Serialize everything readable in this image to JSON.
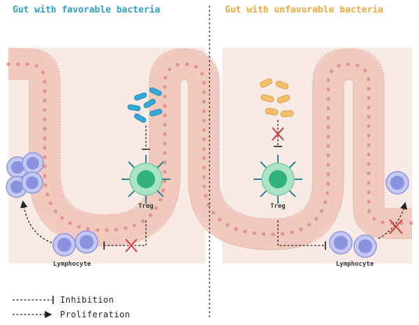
{
  "titles": {
    "favorable": "Gut with favorable bacteria",
    "unfavorable": "Gut with unfavorable bacteria"
  },
  "labels": {
    "treg_left": "Treg",
    "treg_right": "Treg",
    "lymphocyte_left": "Lymphocyte",
    "lymphocyte_right": "Lymphocyte"
  },
  "legend": {
    "inhibition": "Inhibition",
    "proliferation": "Proliferation"
  },
  "colors": {
    "favorable_accent": "#2f9fca",
    "unfavorable_accent": "#f0a93c",
    "tissue": "#f8ebe6",
    "epithelium": "#f1c9bf",
    "lymphocyte": "#9aa2e6",
    "treg": "#7fd3a8",
    "block_x": "#d63a3a"
  }
}
